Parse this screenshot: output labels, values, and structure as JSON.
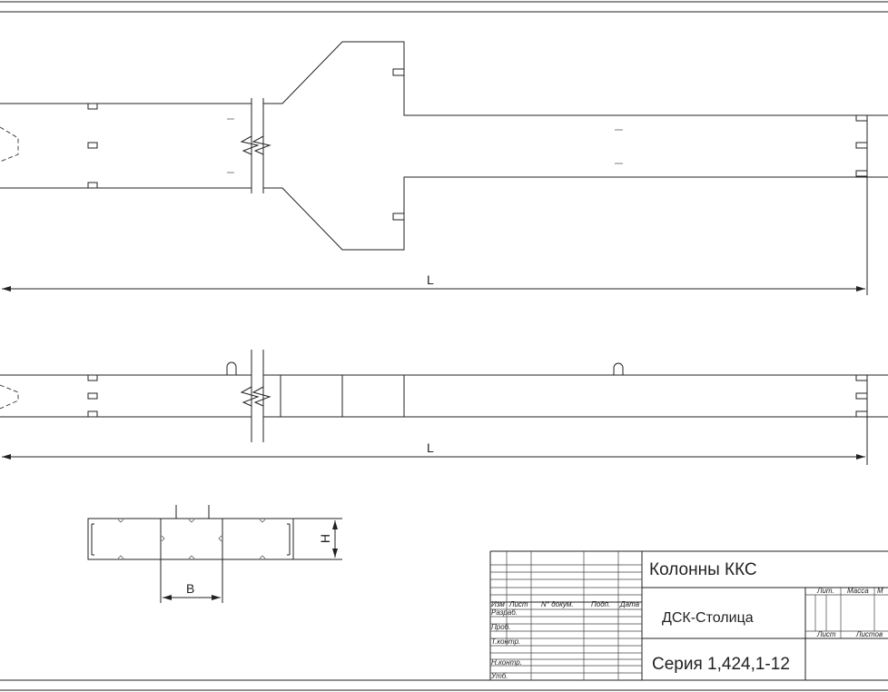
{
  "views": {
    "plan": {
      "dimension_label": "L"
    },
    "side": {
      "dimension_label": "L"
    },
    "section": {
      "width_label": "B",
      "height_label": "H"
    }
  },
  "title_block": {
    "product_name": "Колонны ККС",
    "organization": "ДСК-Столица",
    "series": "Серия 1,424,1-12",
    "columns": {
      "izm": "Изм",
      "list": "Лист",
      "doc_no": "N° докум.",
      "sign": "Подп.",
      "date": "Дата"
    },
    "rows": {
      "developed": "Разраб.",
      "checked": "Проб.",
      "tech_control": "Т.контр.",
      "norm_control": "Н.контр.",
      "approved": "Утб."
    },
    "right": {
      "lit": "Лит.",
      "mass": "Масса",
      "scale": "М",
      "sheet": "Лист",
      "sheets": "Листов"
    }
  }
}
